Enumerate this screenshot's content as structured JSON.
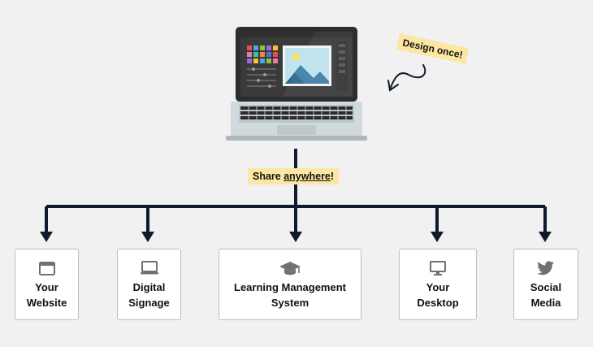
{
  "notes": {
    "design": "Design once!",
    "share_prefix": "Share ",
    "share_emph": "anywhere",
    "share_suffix": "!"
  },
  "targets": [
    {
      "line1": "Your",
      "line2": "Website",
      "icon": "browser-window-icon"
    },
    {
      "line1": "Digital",
      "line2": "Signage",
      "icon": "monitor-icon"
    },
    {
      "line1": "Learning Management",
      "line2": "System",
      "icon": "graduation-cap-icon"
    },
    {
      "line1": "Your",
      "line2": "Desktop",
      "icon": "desktop-computer-icon"
    },
    {
      "line1": "Social",
      "line2": "Media",
      "icon": "twitter-bird-icon"
    }
  ],
  "colors": {
    "arrow": "#0f1a2c",
    "note_bg": "#fbe7a1",
    "icon": "#707070",
    "laptop_body": "#c9d4d8",
    "screen_bg": "#3a3a3a"
  }
}
